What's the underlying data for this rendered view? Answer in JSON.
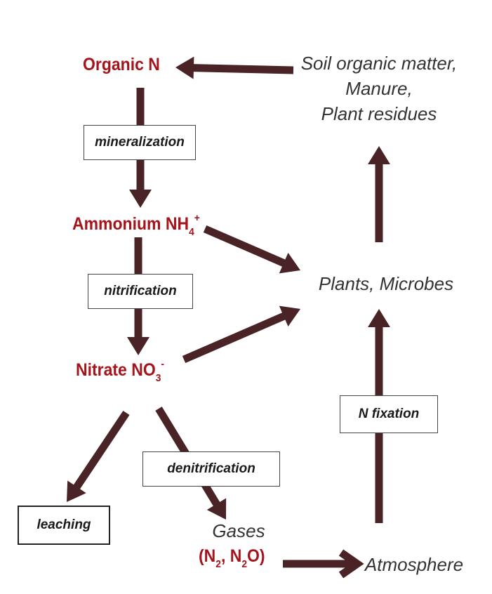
{
  "diagram": {
    "arrow_color": "#4a2326",
    "label_color": "#a6141b",
    "nodes": {
      "organic_n": "Organic N",
      "ammonium": {
        "text": "Ammonium NH",
        "sub": "4",
        "sup": "+"
      },
      "nitrate": {
        "text": "Nitrate NO",
        "sub": "3",
        "sup": "-"
      },
      "soil_line1": "Soil organic matter,",
      "soil_line2": "Manure,",
      "soil_line3": "Plant residues",
      "plants": "Plants, Microbes",
      "gases": "Gases",
      "gases_formula": {
        "p1": "(N",
        "s1": "2",
        "p2": ", N",
        "s2": "2",
        "p3": "O)"
      },
      "atmosphere": "Atmosphere"
    },
    "processes": {
      "mineralization": "mineralization",
      "nitrification": "nitrification",
      "denitrification": "denitrification",
      "leaching": "leaching",
      "n_fixation": "N fixation"
    }
  }
}
